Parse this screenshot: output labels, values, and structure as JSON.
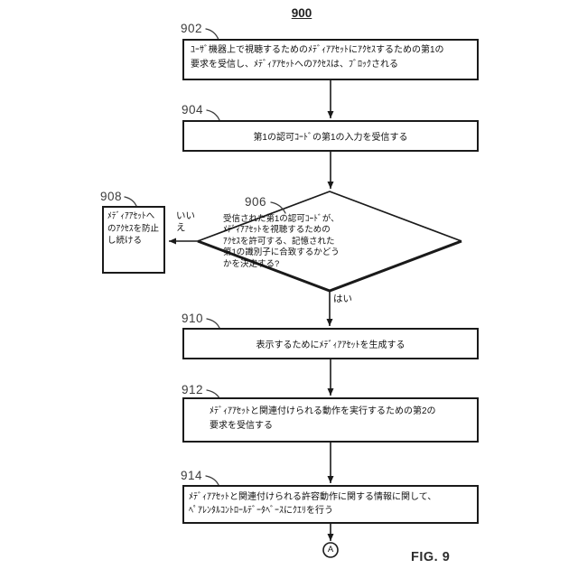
{
  "diagram": {
    "title": "900",
    "caption": "FIG. 9",
    "connector_label": "A"
  },
  "labels": {
    "yes": "はい",
    "no_line1": "いい",
    "no_line2": "え"
  },
  "nodes": {
    "b902": {
      "ref": "902",
      "line1": "ﾕｰｻﾞ機器上で視聴するためのﾒﾃﾞｨｱｱｾｯﾄにｱｸｾｽするための第1の",
      "line2": "要求を受信し、ﾒﾃﾞｨｱｱｾｯﾄへのｱｸｾｽは、ﾌﾞﾛｯｸされる"
    },
    "b904": {
      "ref": "904",
      "line1": "第1の認可ｺｰﾄﾞの第1の入力を受信する"
    },
    "d906": {
      "ref": "906",
      "line1": "受信された第1の認可ｺｰﾄﾞが、",
      "line2": "ﾒﾃﾞｨｱｱｾｯﾄを視聴するための",
      "line3": "ｱｸｾｽを許可する、記憶された",
      "line4": "第1の識別子に合致するかどう",
      "line5": "かを決定する?"
    },
    "b908": {
      "ref": "908",
      "line1": "ﾒﾃﾞｨｱｱｾｯﾄへ",
      "line2": "のｱｸｾｽを防止",
      "line3": "し続ける"
    },
    "b910": {
      "ref": "910",
      "line1": "表示するためにﾒﾃﾞｨｱｱｾｯﾄを生成する"
    },
    "b912": {
      "ref": "912",
      "line1": "ﾒﾃﾞｨｱｱｾｯﾄと関連付けられる動作を実行するための第2の",
      "line2": "要求を受信する"
    },
    "b914": {
      "ref": "914",
      "line1": "ﾒﾃﾞｨｱｱｾｯﾄと関連付けられる許容動作に関する情報に関して、",
      "line2": "ﾍﾟｱﾚﾝﾀﾙｺﾝﾄﾛｰﾙﾃﾞｰﾀﾍﾞｰｽにｸｴﾘを行う"
    }
  },
  "edges": [
    {
      "from": "902",
      "to": "904",
      "label": ""
    },
    {
      "from": "904",
      "to": "906",
      "label": ""
    },
    {
      "from": "906",
      "to": "908",
      "label": "いいえ"
    },
    {
      "from": "906",
      "to": "910",
      "label": "はい"
    },
    {
      "from": "910",
      "to": "912",
      "label": ""
    },
    {
      "from": "912",
      "to": "914",
      "label": ""
    },
    {
      "from": "914",
      "to": "A",
      "label": ""
    }
  ],
  "colors": {
    "ink": "#1a1a1a",
    "ref_label": "#3c3c3c",
    "background": "#ffffff"
  }
}
